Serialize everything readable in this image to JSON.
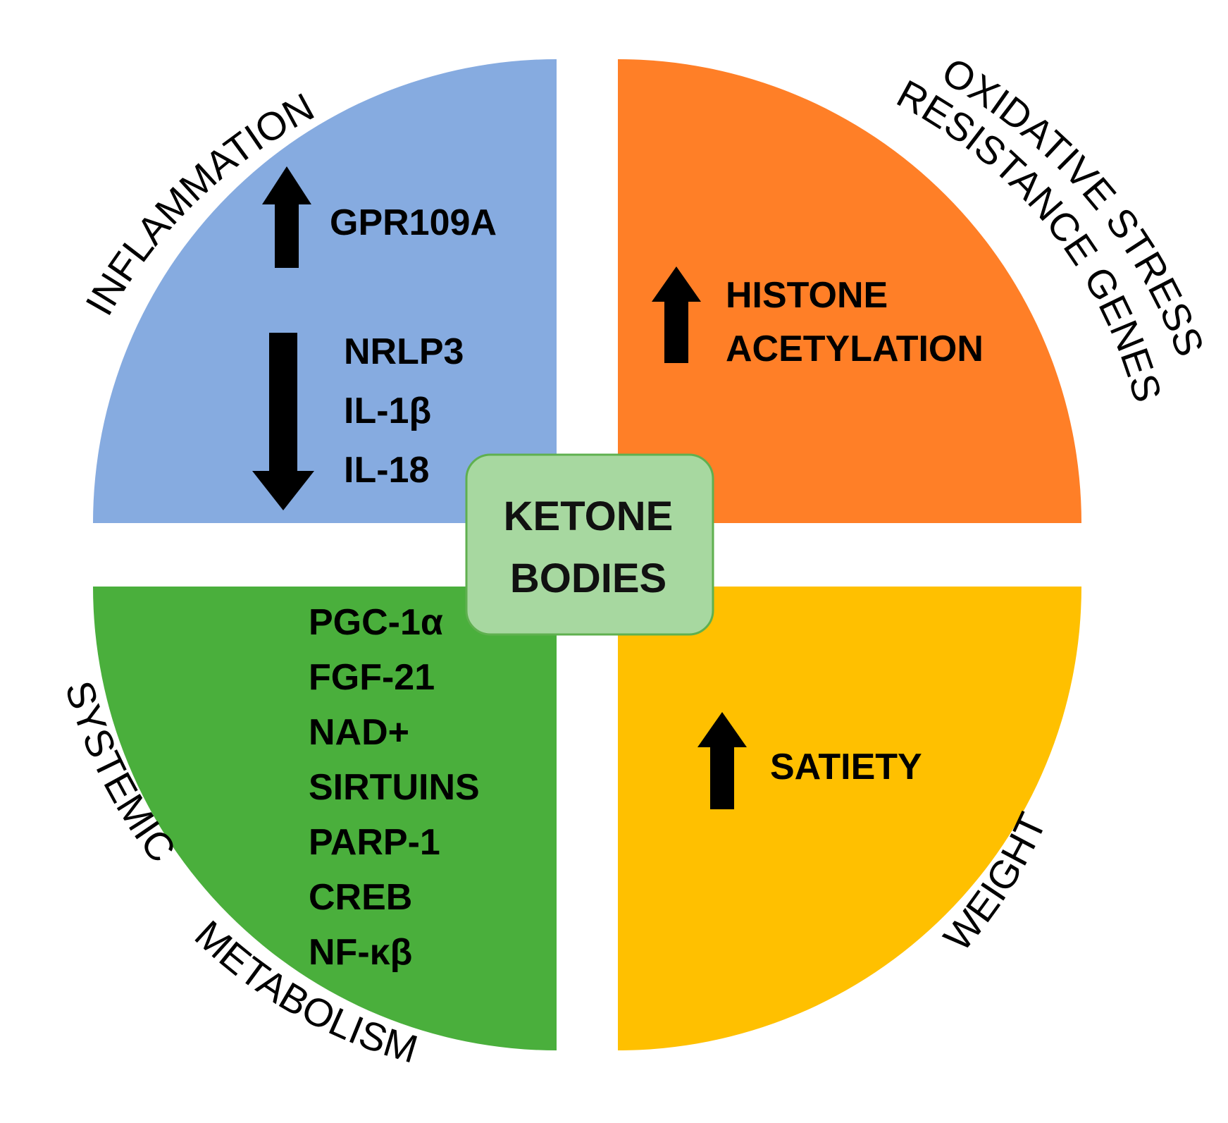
{
  "colors": {
    "inflammation": "#86ABE0",
    "oxidative_stress": "#FF7F27",
    "systemic_metabolism": "#4AAF3C",
    "weight": "#FFC000",
    "center_fill": "#A7D8A0",
    "center_stroke": "#5FB04F"
  },
  "center": {
    "line1": "KETONE",
    "line2": "BODIES"
  },
  "quadrants": {
    "inflammation": {
      "label": "INFLAMMATION",
      "up_arrow_icon": "arrow-up-icon",
      "up_items": [
        "GPR109A"
      ],
      "down_arrow_icon": "arrow-down-icon",
      "down_items": [
        "NRLP3",
        "IL-1β",
        "IL-18"
      ]
    },
    "oxidative_stress": {
      "label_line1": "OXIDATIVE STRESS",
      "label_line2": "RESISTANCE GENES",
      "up_arrow_icon": "arrow-up-icon",
      "items": [
        "HISTONE",
        "ACETYLATION"
      ]
    },
    "systemic_metabolism": {
      "label_line1": "SYSTEMIC",
      "label_line2": "METABOLISM",
      "items": [
        "PGC-1α",
        "FGF-21",
        "NAD+",
        "SIRTUINS",
        "PARP-1",
        "CREB",
        "NF-κβ"
      ]
    },
    "weight": {
      "label": "WEIGHT",
      "up_arrow_icon": "arrow-up-icon",
      "items": [
        "SATIETY"
      ]
    }
  }
}
